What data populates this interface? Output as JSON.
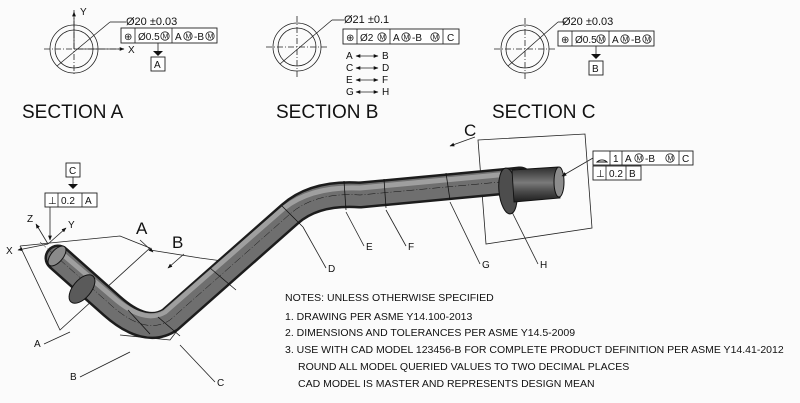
{
  "section_a": {
    "title": "SECTION A",
    "dimension": "Ø20 ±0.03",
    "axis_y": "Y",
    "axis_x": "X",
    "fcf": {
      "symbol": "⊕",
      "tolerance": "Ø0.5",
      "modifier": "M",
      "datum_a": "A",
      "datum_a_mod": "M",
      "datum_b": "-B",
      "datum_b_mod": "M"
    },
    "datum": "A"
  },
  "section_b": {
    "title": "SECTION B",
    "dimension": "Ø21 ±0.1",
    "fcf": {
      "symbol": "⊕",
      "tolerance": "Ø2",
      "modifier": "M",
      "datum_a": "A",
      "datum_a_mod": "M",
      "datum_b": "-B",
      "datum_b_mod": "M",
      "datum_c": "C"
    },
    "between": [
      {
        "from": "A",
        "to": "B"
      },
      {
        "from": "C",
        "to": "D"
      },
      {
        "from": "E",
        "to": "F"
      },
      {
        "from": "G",
        "to": "H"
      }
    ]
  },
  "section_c": {
    "title": "SECTION C",
    "dimension": "Ø20 ±0.03",
    "fcf": {
      "symbol": "⊕",
      "tolerance": "Ø0.5",
      "modifier": "M",
      "datum_a": "A",
      "datum_a_mod": "M",
      "datum_b": "-B",
      "datum_b_mod": "M"
    },
    "datum": "B"
  },
  "left_end": {
    "datum": "C",
    "fcf": {
      "symbol": "⊥",
      "tolerance": "0.2",
      "datum": "A"
    },
    "axis_x": "X",
    "axis_y": "Y",
    "axis_z": "Z"
  },
  "right_end": {
    "profile_fcf": {
      "symbol": "◠",
      "tolerance": "1",
      "datum_a": "A",
      "datum_a_mod": "M",
      "datum_b": "-B",
      "datum_b_mod": "M",
      "datum_c": "C"
    },
    "perp_fcf": {
      "symbol": "⊥",
      "tolerance": "0.2",
      "datum": "B"
    }
  },
  "section_markers": {
    "a": "A",
    "b": "B",
    "c": "C"
  },
  "leaders": {
    "a": "A",
    "b": "B",
    "c": "C",
    "d": "D",
    "e": "E",
    "f": "F",
    "g": "G",
    "h": "H"
  },
  "notes": {
    "heading": "NOTES: UNLESS OTHERWISE SPECIFIED",
    "items": [
      "1. DRAWING PER ASME Y14.100-2013",
      "2. DIMENSIONS AND TOLERANCES PER ASME Y14.5-2009",
      "3. USE WITH CAD MODEL 123456-B FOR COMPLETE PRODUCT DEFINITION PER ASME Y14.41-2012",
      "ROUND ALL MODEL QUERIED VALUES TO TWO DECIMAL PLACES",
      "CAD MODEL IS MASTER AND REPRESENTS DESIGN MEAN"
    ]
  },
  "colors": {
    "tube_dark": "#2f2f2f",
    "tube_mid": "#6e6e6e",
    "tube_light": "#a9a9a9",
    "line": "#222222"
  }
}
